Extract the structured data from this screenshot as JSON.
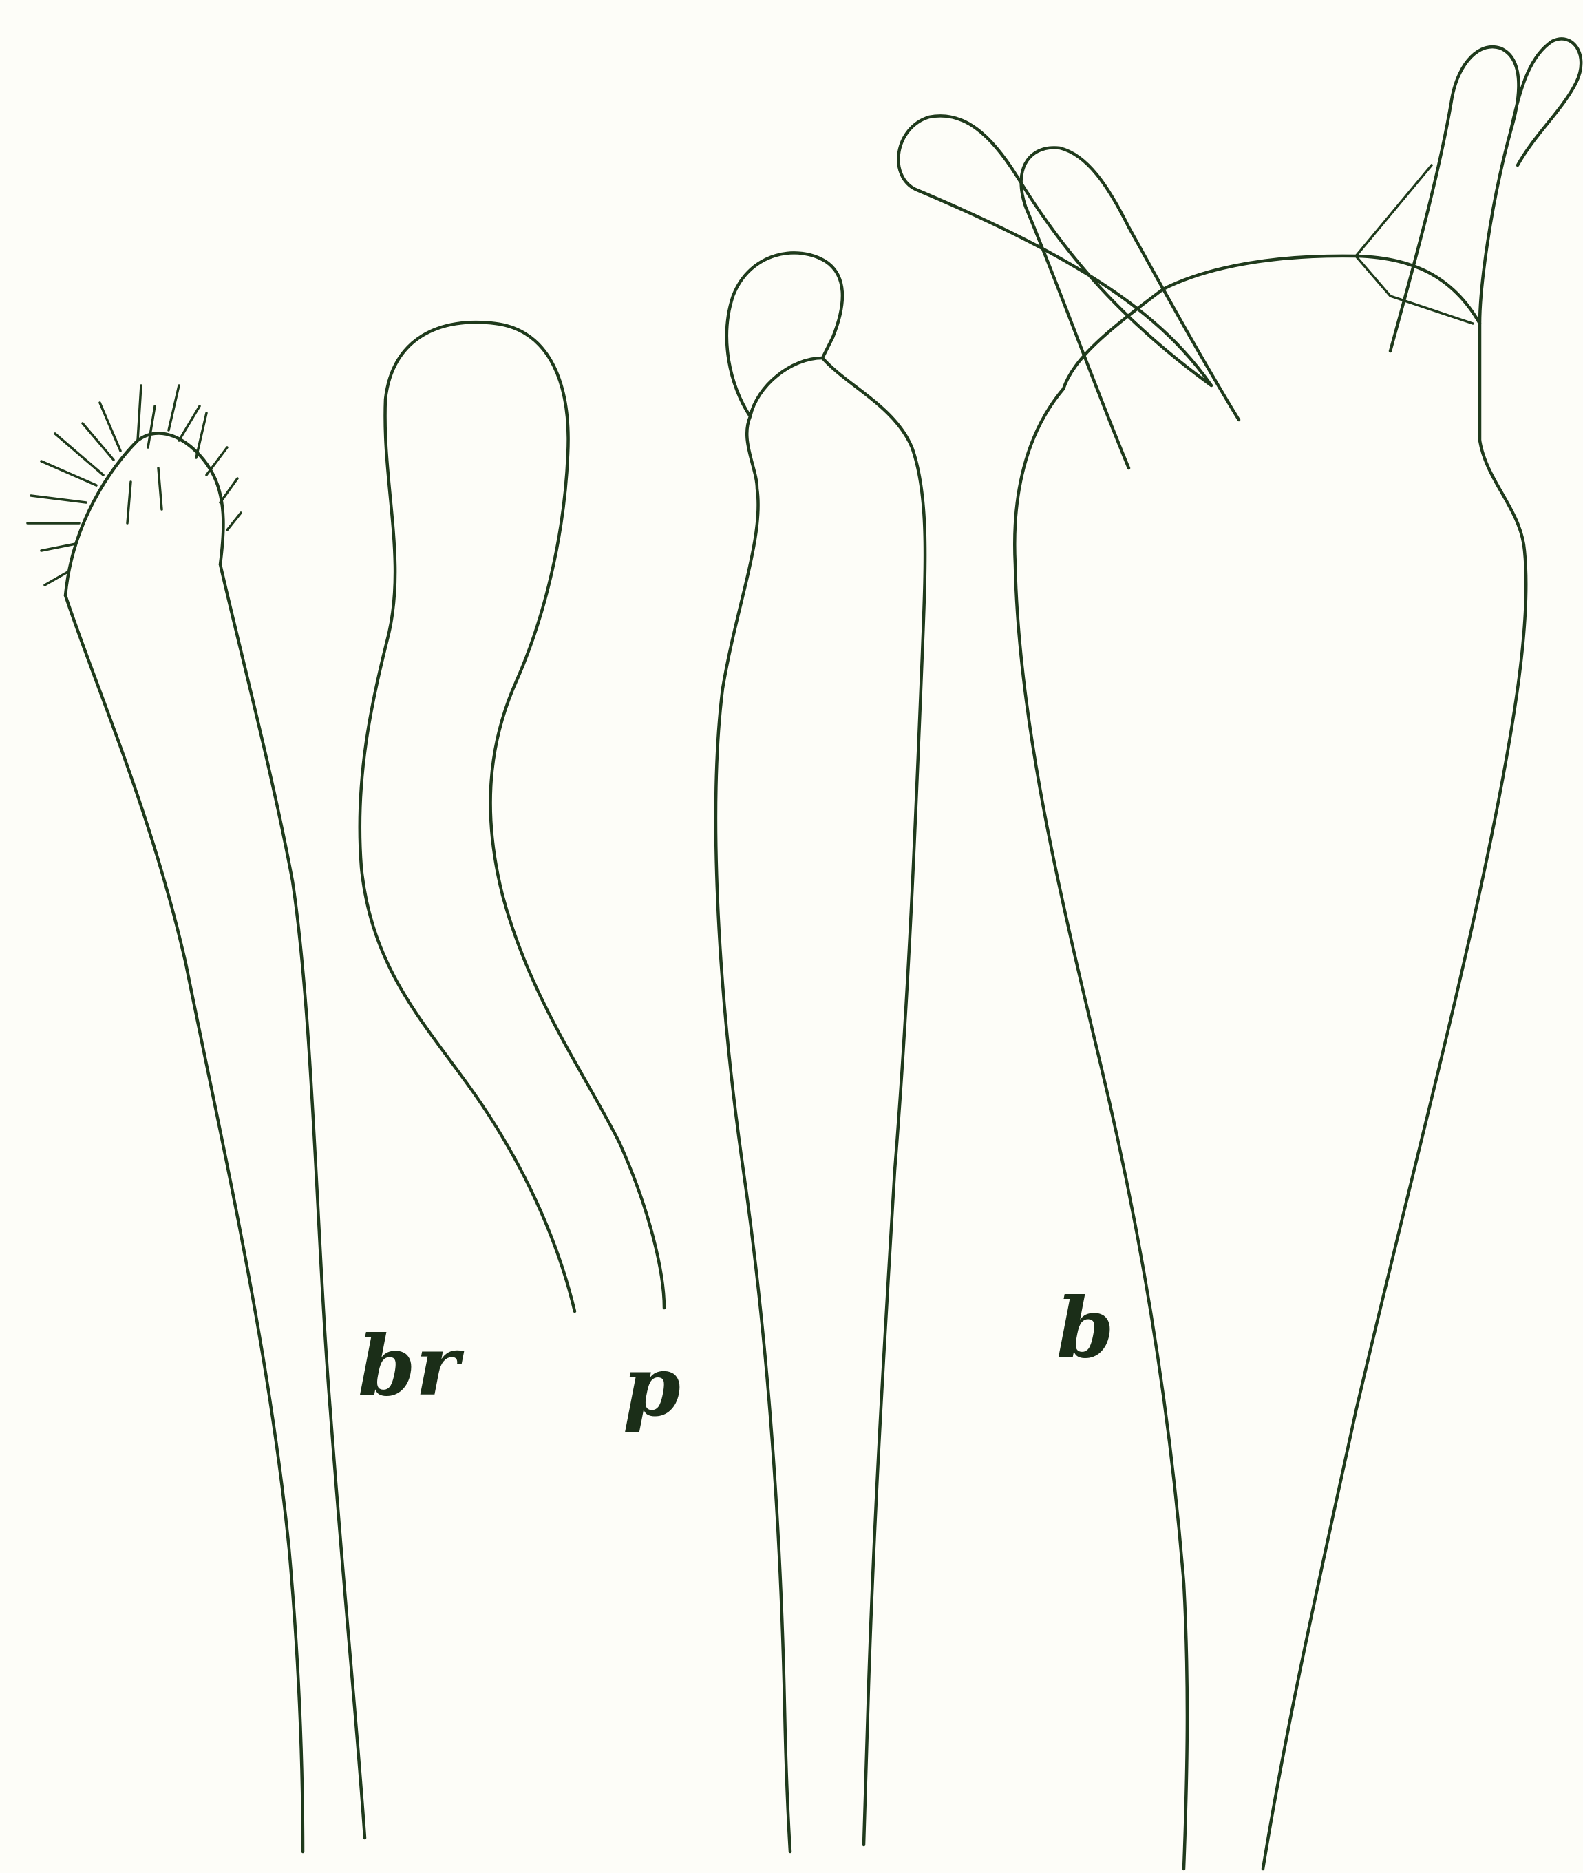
{
  "figure": {
    "labels": {
      "br": "br",
      "p": "p",
      "b": "b"
    },
    "colors": {
      "ink": "#1f3a1c",
      "paper": "#fdfdf8"
    }
  }
}
